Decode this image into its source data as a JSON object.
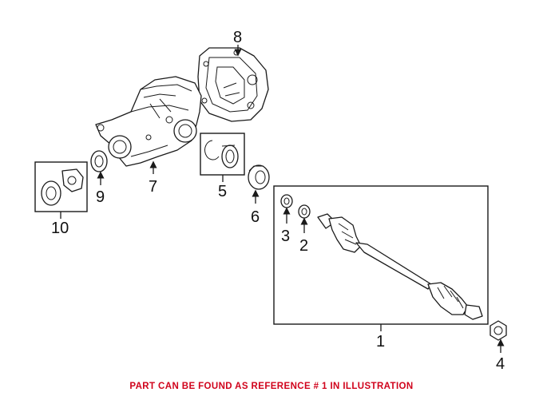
{
  "callouts": {
    "c1": "1",
    "c2": "2",
    "c3": "3",
    "c4": "4",
    "c5": "5",
    "c6": "6",
    "c7": "7",
    "c8": "8",
    "c9": "9",
    "c10": "10"
  },
  "footer_note": "PART CAN BE FOUND AS REFERENCE # 1 IN ILLUSTRATION",
  "colors": {
    "footer_text": "#d0021b",
    "line_art": "#1a1a1a"
  }
}
